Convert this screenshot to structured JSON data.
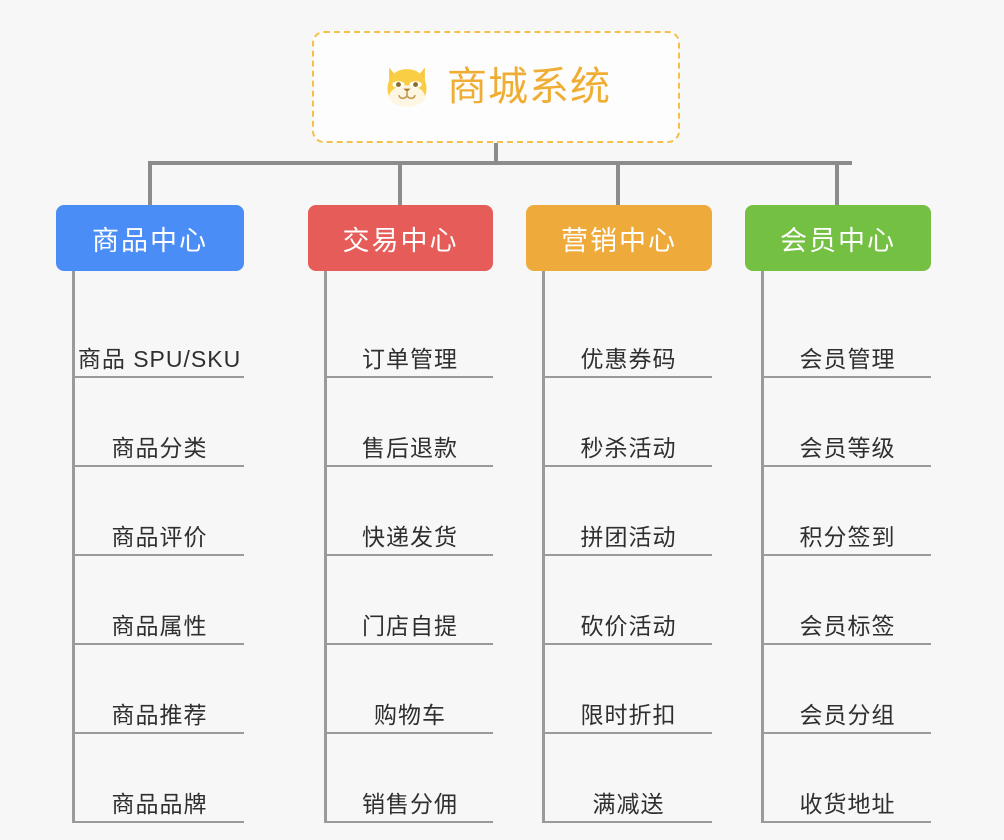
{
  "canvas": {
    "background": "#f7f7f8",
    "line_color": "#8c8c8c"
  },
  "root": {
    "title": "商城系统",
    "icon": "shiba-dog-icon",
    "border_color": "#f5c04a",
    "text_color": "#f0ad33"
  },
  "branches": [
    {
      "label": "商品中心",
      "color": "#4a8df6",
      "items": [
        {
          "label": "商品 SPU/SKU"
        },
        {
          "label": "商品分类"
        },
        {
          "label": "商品评价"
        },
        {
          "label": "商品属性"
        },
        {
          "label": "商品推荐"
        },
        {
          "label": "商品品牌"
        }
      ]
    },
    {
      "label": "交易中心",
      "color": "#e65c58",
      "items": [
        {
          "label": "订单管理"
        },
        {
          "label": "售后退款"
        },
        {
          "label": "快递发货"
        },
        {
          "label": "门店自提"
        },
        {
          "label": "购物车"
        },
        {
          "label": "销售分佣"
        }
      ]
    },
    {
      "label": "营销中心",
      "color": "#eeab3c",
      "items": [
        {
          "label": "优惠券码"
        },
        {
          "label": "秒杀活动"
        },
        {
          "label": "拼团活动"
        },
        {
          "label": "砍价活动"
        },
        {
          "label": "限时折扣"
        },
        {
          "label": "满减送"
        }
      ]
    },
    {
      "label": "会员中心",
      "color": "#74c043",
      "items": [
        {
          "label": "会员管理"
        },
        {
          "label": "会员等级"
        },
        {
          "label": "积分签到"
        },
        {
          "label": "会员标签"
        },
        {
          "label": "会员分组"
        },
        {
          "label": "收货地址"
        }
      ]
    }
  ]
}
